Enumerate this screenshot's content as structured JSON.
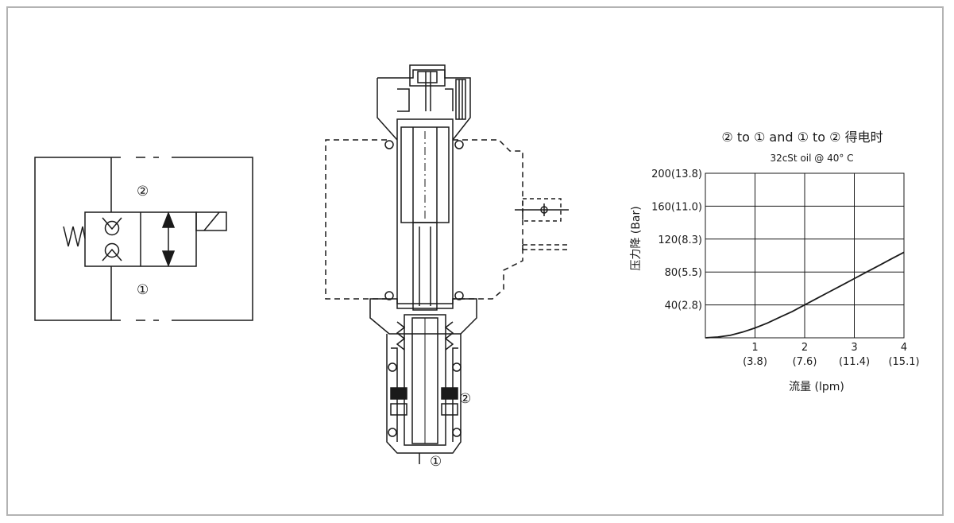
{
  "symbol": {
    "port_top": "②",
    "port_bottom": "①"
  },
  "section": {
    "port_side": "②",
    "port_bottom": "①"
  },
  "chart_data": {
    "type": "line",
    "title": "② to ① and ① to ② 得电时",
    "subtitle": "32cSt oil @ 40° C",
    "ylabel": "压力降 (Bar)",
    "xlabel": "流量 (lpm)",
    "xlim": [
      0,
      4
    ],
    "ylim": [
      0,
      200
    ],
    "grid": true,
    "x_ticks": [
      {
        "value": 1,
        "label": "1",
        "sub": "(3.8)"
      },
      {
        "value": 2,
        "label": "2",
        "sub": "(7.6)"
      },
      {
        "value": 3,
        "label": "3",
        "sub": "(11.4)"
      },
      {
        "value": 4,
        "label": "4",
        "sub": "(15.1)"
      }
    ],
    "y_ticks": [
      {
        "value": 200,
        "label": "200(13.8)"
      },
      {
        "value": 160,
        "label": "160(11.0)"
      },
      {
        "value": 120,
        "label": "120(8.3)"
      },
      {
        "value": 80,
        "label": "80(5.5)"
      },
      {
        "value": 40,
        "label": "40(2.8)"
      }
    ],
    "series": [
      {
        "color": "#1a1a1a",
        "x": [
          0,
          0.25,
          0.5,
          0.75,
          1.0,
          1.25,
          1.5,
          1.75,
          2.0,
          2.25,
          2.5,
          2.75,
          3.0,
          3.25,
          3.5,
          3.75,
          4.0
        ],
        "y": [
          0,
          1,
          3,
          7,
          12,
          18,
          25,
          32,
          40,
          48,
          56,
          64,
          72,
          80,
          88,
          96,
          104
        ]
      }
    ]
  }
}
